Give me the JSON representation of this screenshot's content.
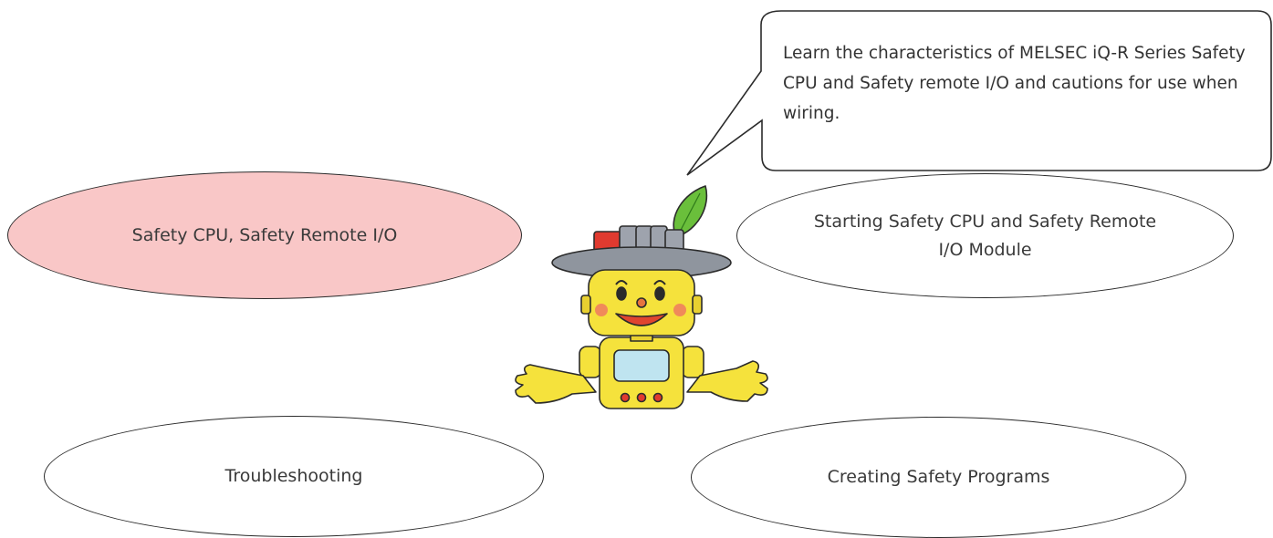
{
  "speech_bubble": {
    "text": "Learn the characteristics of MELSEC iQ-R Series Safety CPU and Safety remote I/O and cautions for use when wiring."
  },
  "menu": {
    "items": [
      {
        "label": "Safety CPU, Safety Remote I/O",
        "active": true
      },
      {
        "label": "Starting Safety CPU and Safety Remote I/O Module",
        "active": false
      },
      {
        "label": "Troubleshooting",
        "active": false
      },
      {
        "label": "Creating Safety Programs",
        "active": false
      }
    ]
  },
  "colors": {
    "active_fill": "#f9c7c7",
    "outline": "#2b2b2b",
    "mascot_body": "#f5e23c"
  },
  "icons": {
    "mascot": "robot-mascot-icon"
  }
}
